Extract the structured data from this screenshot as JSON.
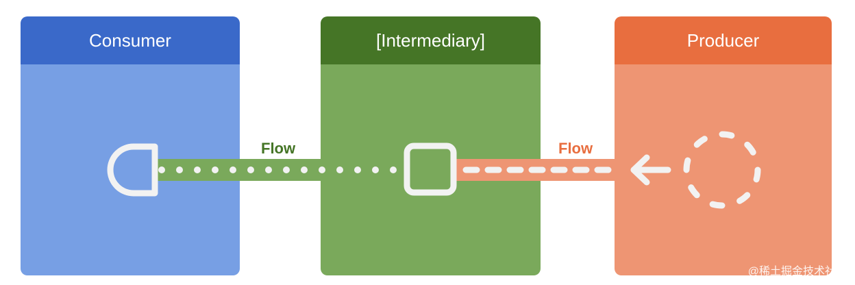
{
  "panels": {
    "consumer": {
      "title": "Consumer"
    },
    "intermediary": {
      "title": "[Intermediary]"
    },
    "producer": {
      "title": "Producer"
    }
  },
  "flows": {
    "left_label": "Flow",
    "right_label": "Flow"
  },
  "watermark": "@稀土掘金技术社区",
  "colors": {
    "consumer_header": "#3a69c9",
    "consumer_body": "#779fe4",
    "intermediary_header": "#457526",
    "intermediary_body": "#7aa95b",
    "producer_header": "#e86e3f",
    "producer_body": "#ee9573",
    "pipe_green": "#7aa95b",
    "pipe_orange": "#ee9573",
    "symbol_stroke": "#f2f2f2"
  }
}
